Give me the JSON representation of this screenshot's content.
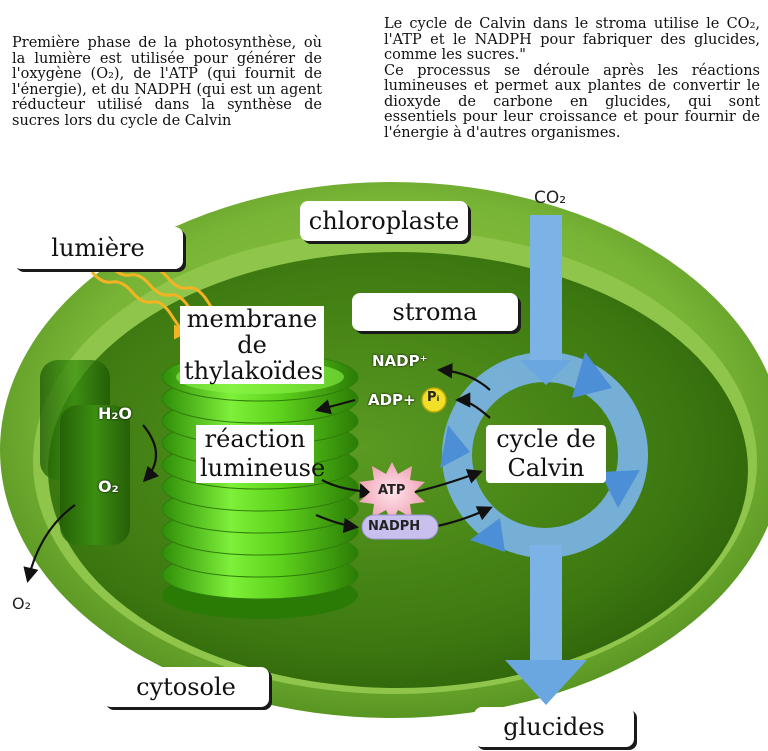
{
  "text": {
    "left_paragraph": "Première phase de la photosynthèse, où la lumière est utilisée pour générer de l'oxygène (O₂), de l'ATP (qui fournit de l'énergie), et du NADPH (qui est un agent réducteur utilisé dans la synthèse de sucres lors du cycle de Calvin",
    "right_paragraph": "Le cycle de Calvin dans le stroma utilise le CO₂, l'ATP et le NADPH pour fabriquer des glucides, comme les sucres.\"\nCe processus se déroule après les réactions lumineuses et permet aux plantes de convertir le dioxyde de carbone en glucides, qui sont essentiels pour leur croissance et pour fournir de l'énergie à d'autres organismes."
  },
  "labels": {
    "chloroplast": "chloroplaste",
    "light": "lumière",
    "stroma": "stroma",
    "thylakoid_membrane": "membrane\nde\nthylakoïdes",
    "light_reaction": "réaction\nlumineuse",
    "calvin_cycle": "cycle de\nCalvin",
    "cytosol": "cytosole",
    "carbohydrates": "glucides"
  },
  "molecules": {
    "co2": "CO₂",
    "nadp_plus": "NADP⁺",
    "adp_plus": "ADP+",
    "pi": "Pᵢ",
    "h2o": "H₂O",
    "o2_inner": "O₂",
    "o2_outer": "O₂",
    "atp": "ATP",
    "nadph": "NADPH"
  },
  "colors": {
    "outer_green": "#6dab2f",
    "inner_green": "#3f7d12",
    "thylakoid_green": "#5fd21c",
    "cycle_blue": "#7bb3e6",
    "atp_pink": "#f6c3cf",
    "nadph_purple": "#c9c0ee",
    "pi_yellow": "#f2e028"
  }
}
